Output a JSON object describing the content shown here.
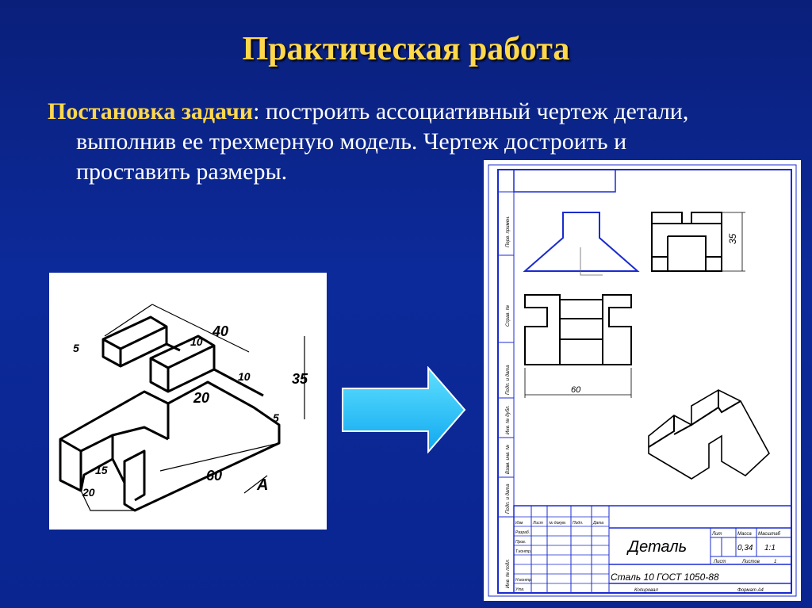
{
  "slide": {
    "title": "Практическая работа",
    "task_lead": "Постановка задачи",
    "task_colon": ":",
    "task_line1": " построить ассоциативный чертеж детали,",
    "task_line2": "выполнив ее  трехмерную модель. Чертеж достроить и",
    "task_line3": "проставить размеры."
  },
  "isometric": {
    "dims": [
      "40",
      "10",
      "5",
      "10",
      "35",
      "20",
      "5",
      "15",
      "20",
      "60"
    ],
    "view_label": "A"
  },
  "sheet": {
    "dim_height": "35",
    "dim_width": "60",
    "stamp": {
      "part_name": "Деталь",
      "material": "Сталь 10  ГОСТ 1050-88",
      "lit_header": "Лит",
      "mass_header": "Масса",
      "scale_header": "Масштаб",
      "mass": "0,34",
      "scale": "1:1",
      "sheet_label": "Лист",
      "sheets_label": "Листов",
      "sheets_count": "1",
      "copied": "Копировал",
      "format": "Формат  А4",
      "rows": [
        "Изм",
        "Лист",
        "№ докум.",
        "Подп.",
        "Дата",
        "Разраб.",
        "Пров.",
        "Т.контр.",
        "Н.контр.",
        "Утв."
      ]
    },
    "margin_labels": [
      "Перв. примен.",
      "Справ. №",
      "Подп. и дата",
      "Инв. № дубл.",
      "Взам. инв. №",
      "Подп. и дата",
      "Инв. № подл."
    ]
  },
  "colors": {
    "title": "#ffd84a",
    "body_text": "#ffffff",
    "arrow": "#1fc6ff",
    "frame": "#1a2bd0"
  }
}
